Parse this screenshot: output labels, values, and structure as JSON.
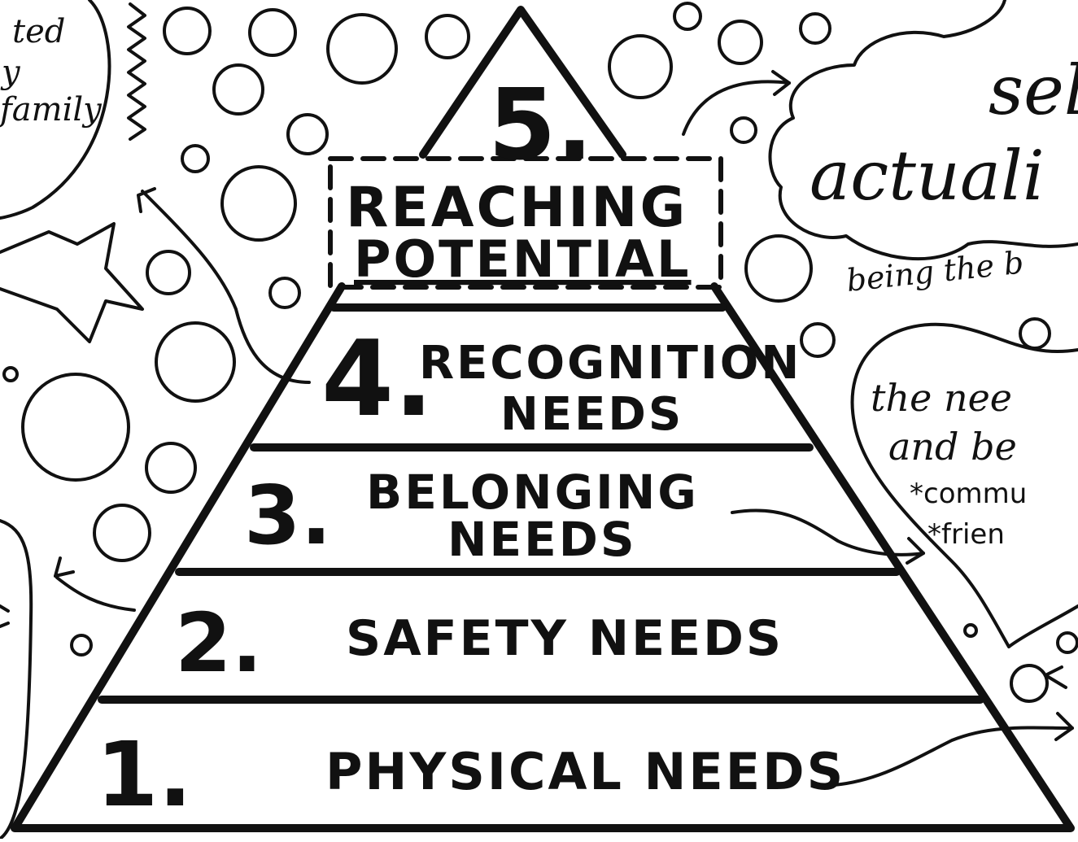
{
  "pyramid": {
    "tiers": [
      {
        "number": "1.",
        "label_lines": [
          "PHYSICAL NEEDS"
        ]
      },
      {
        "number": "2.",
        "label_lines": [
          "SAFETY NEEDS"
        ]
      },
      {
        "number": "3.",
        "label_lines": [
          "BELONGING",
          "NEEDS"
        ]
      },
      {
        "number": "4.",
        "label_lines": [
          "RECOGNITION",
          "NEEDS"
        ]
      }
    ],
    "apex": {
      "number": "5.",
      "label_lines": [
        "REACHING",
        "POTENTIAL"
      ]
    }
  },
  "side_notes": {
    "top_left": [
      "ted",
      "y",
      "family"
    ],
    "cloud_title": [
      "sel",
      "actuali"
    ],
    "cloud_caption": "being the b",
    "heart_text": [
      "the nee",
      "and be",
      "*commu",
      "*frien"
    ]
  },
  "colors": {
    "ink": "#111111",
    "paper": "#ffffff"
  }
}
